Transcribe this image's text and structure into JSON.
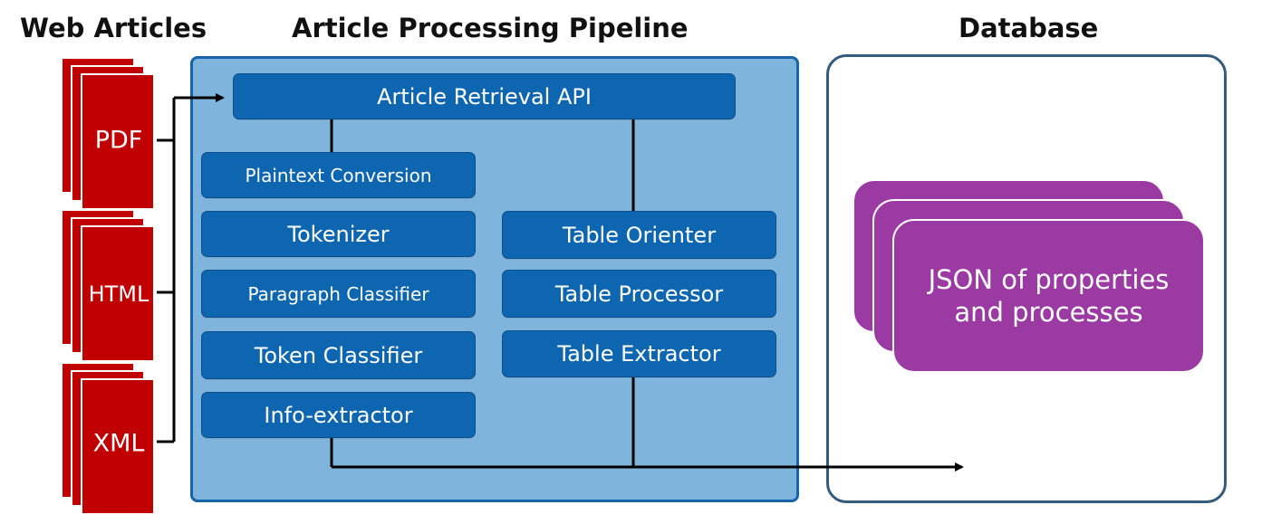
{
  "headings": {
    "web_articles": "Web Articles",
    "pipeline": "Article Processing Pipeline",
    "database": "Database"
  },
  "documents": [
    "PDF",
    "HTML",
    "XML"
  ],
  "pipeline": {
    "retrieval": "Article Retrieval API",
    "text_branch": [
      "Plaintext Conversion",
      "Tokenizer",
      "Paragraph Classifier",
      "Token Classifier",
      "Info-extractor"
    ],
    "table_branch": [
      "Table Orienter",
      "Table Processor",
      "Table Extractor"
    ]
  },
  "database": {
    "json_line1": "JSON of properties",
    "json_line2": "and processes"
  },
  "colors": {
    "document": "#c00000",
    "pipeline_panel": "#7fb4dd",
    "pipeline_step": "#0e65b0",
    "json_card": "#9a3aa2",
    "database_border": "#355a7a"
  },
  "icons": {
    "document_stack": "stacked-document-icon",
    "arrow": "arrow-right-icon"
  }
}
